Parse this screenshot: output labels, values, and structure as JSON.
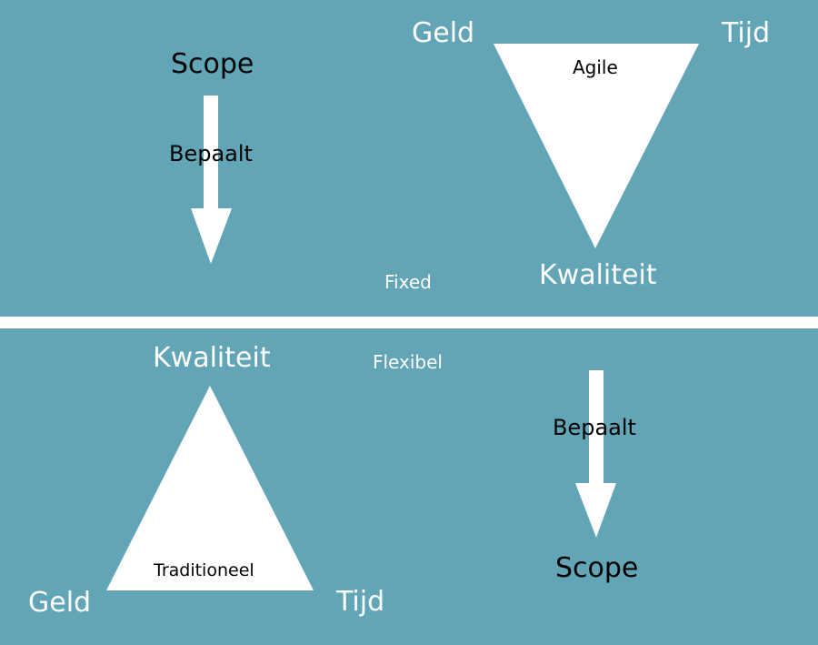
{
  "top": {
    "scope_label": "Scope",
    "arrow_label": "Bepaalt",
    "triangle": {
      "name": "Agile",
      "left_corner": "Geld",
      "right_corner": "Tijd",
      "bottom_corner": "Kwaliteit"
    },
    "fixed_label": "Fixed"
  },
  "bottom": {
    "flexible_label": "Flexibel",
    "triangle": {
      "name": "Traditioneel",
      "top_corner": "Kwaliteit",
      "left_corner": "Geld",
      "right_corner": "Tijd"
    },
    "arrow_label": "Bepaalt",
    "scope_label": "Scope"
  },
  "colors": {
    "panel_background": "#61a5b6",
    "separator": "#ffffff",
    "shapes": "#ffffff",
    "dark_text": "#000000",
    "light_text": "#ffffff"
  }
}
